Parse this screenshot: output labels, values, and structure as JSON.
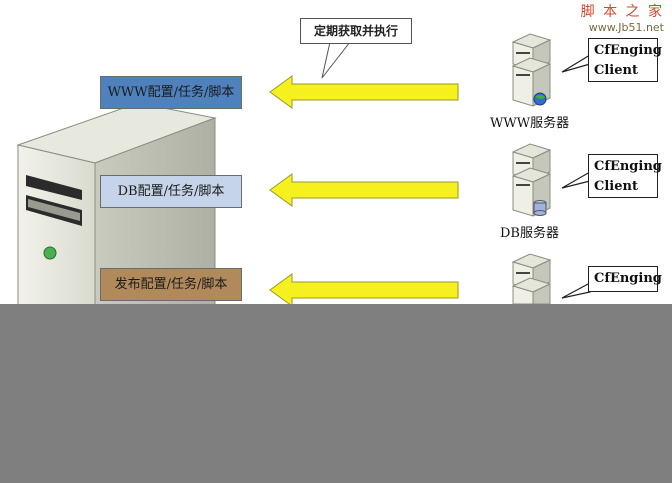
{
  "watermark": {
    "title": "脚 本 之 家",
    "url": "www.Jb51.net"
  },
  "top_callout": "定期获取并执行",
  "config_boxes": [
    {
      "label": "WWW配置/任务/脚本",
      "fill": "#4f81bd"
    },
    {
      "label": "DB配置/任务/脚本",
      "fill": "#c5d4e8"
    },
    {
      "label": "发布配置/任务/脚本",
      "fill": "#b08a5a"
    }
  ],
  "client_callouts": [
    {
      "line1": "CfEnging",
      "line2": "Client"
    },
    {
      "line1": "CfEnging",
      "line2": "Client"
    },
    {
      "line1": "CfEnging",
      "line2": ""
    }
  ],
  "server_labels": [
    "WWW服务器",
    "DB服务器"
  ],
  "colors": {
    "arrow": "#f5f01e",
    "arrow_stroke": "#9a9a2a",
    "band": "#7f7f7f"
  }
}
